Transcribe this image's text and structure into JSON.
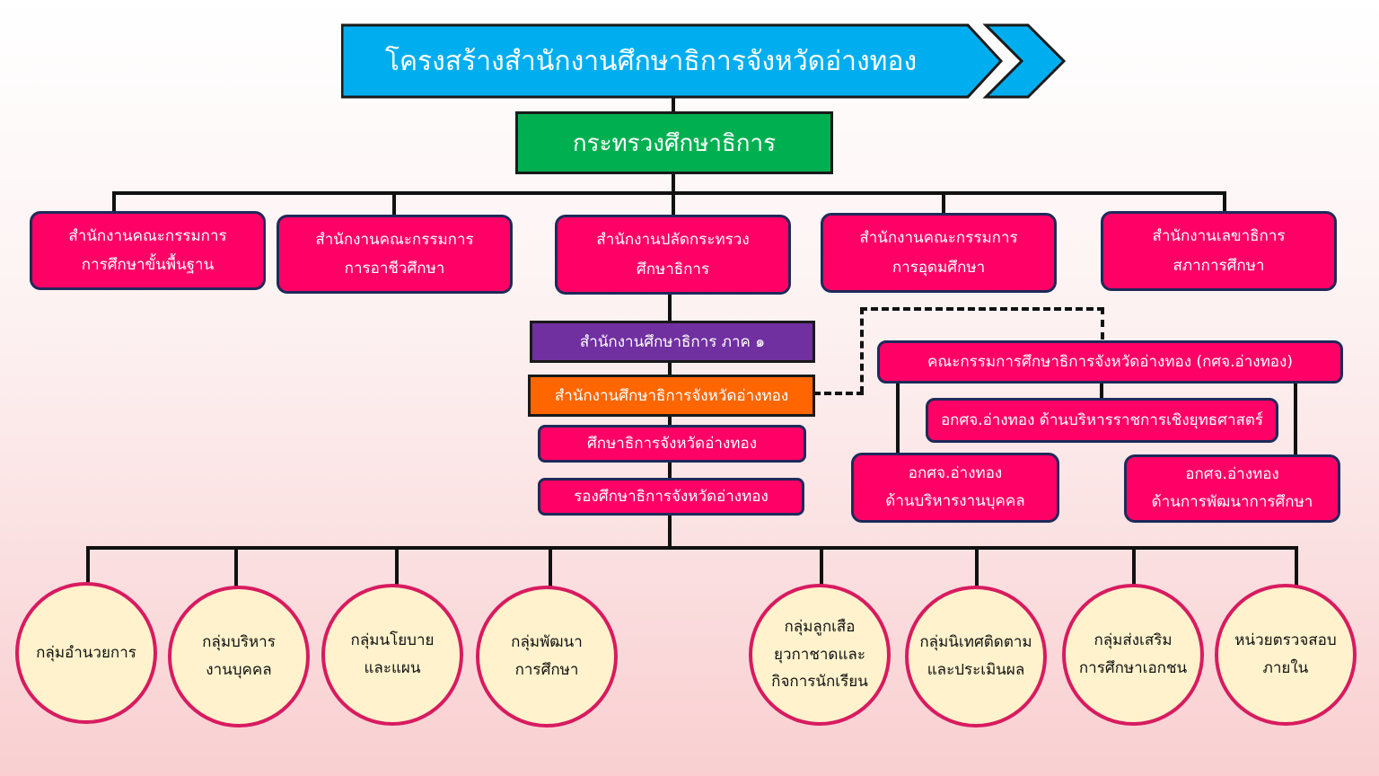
{
  "title": "โครงสร้างสำนักงานศึกษาธิการจังหวัดอ่างทอง",
  "colors": {
    "title_banner": "#00aeef",
    "ministry": "#00b050",
    "pink_box": "#ff0066",
    "region_office": "#7030a0",
    "provincial_office": "#ff6600",
    "circle_fill": "#fff2cc",
    "circle_border": "#d81b60"
  },
  "ministry": "กระทรวงศึกษาธิการ",
  "agencies": [
    {
      "line1": "สำนักงานคณะกรรมการ",
      "line2": "การศึกษาขั้นพื้นฐาน"
    },
    {
      "line1": "สำนักงานคณะกรรมการ",
      "line2": "การอาชีวศึกษา"
    },
    {
      "line1": "สำนักงานปลัดกระทรวง",
      "line2": "ศึกษาธิการ"
    },
    {
      "line1": "สำนักงานคณะกรรมการ",
      "line2": "การอุดมศึกษา"
    },
    {
      "line1": "สำนักงานเลขาธิการ",
      "line2": "สภาการศึกษา"
    }
  ],
  "chain": {
    "region_office": "สำนักงานศึกษาธิการ ภาค ๑",
    "provincial_office": "สำนักงานศึกษาธิการจังหวัดอ่างทอง",
    "director": "ศึกษาธิการจังหวัดอ่างทอง",
    "deputy_director": "รองศึกษาธิการจังหวัดอ่างทอง"
  },
  "committee": {
    "main": "คณะกรรมการศึกษาธิการจังหวัดอ่างทอง (กศจ.อ่างทอง)",
    "strategic": "อกศจ.อ่างทอง ด้านบริหารราชการเชิงยุทธศาสตร์",
    "personnel": {
      "line1": "อกศจ.อ่างทอง",
      "line2": "ด้านบริหารงานบุคคล"
    },
    "development": {
      "line1": "อกศจ.อ่างทอง",
      "line2": "ด้านการพัฒนาการศึกษา"
    }
  },
  "groups": [
    {
      "lines": [
        "กลุ่มอำนวยการ"
      ]
    },
    {
      "lines": [
        "กลุ่มบริหาร",
        "งานบุคคล"
      ]
    },
    {
      "lines": [
        "กลุ่มนโยบาย",
        "และแผน"
      ]
    },
    {
      "lines": [
        "กลุ่มพัฒนา",
        "การศึกษา"
      ]
    },
    {
      "lines": [
        "กลุ่มลูกเสือ",
        "ยุวกาชาดและ",
        "กิจการนักเรียน"
      ]
    },
    {
      "lines": [
        "กลุ่มนิเทศติดตาม",
        "และประเมินผล"
      ]
    },
    {
      "lines": [
        "กลุ่มส่งเสริม",
        "การศึกษาเอกชน"
      ]
    },
    {
      "lines": [
        "หน่วยตรวจสอบ",
        "ภายใน"
      ]
    }
  ]
}
